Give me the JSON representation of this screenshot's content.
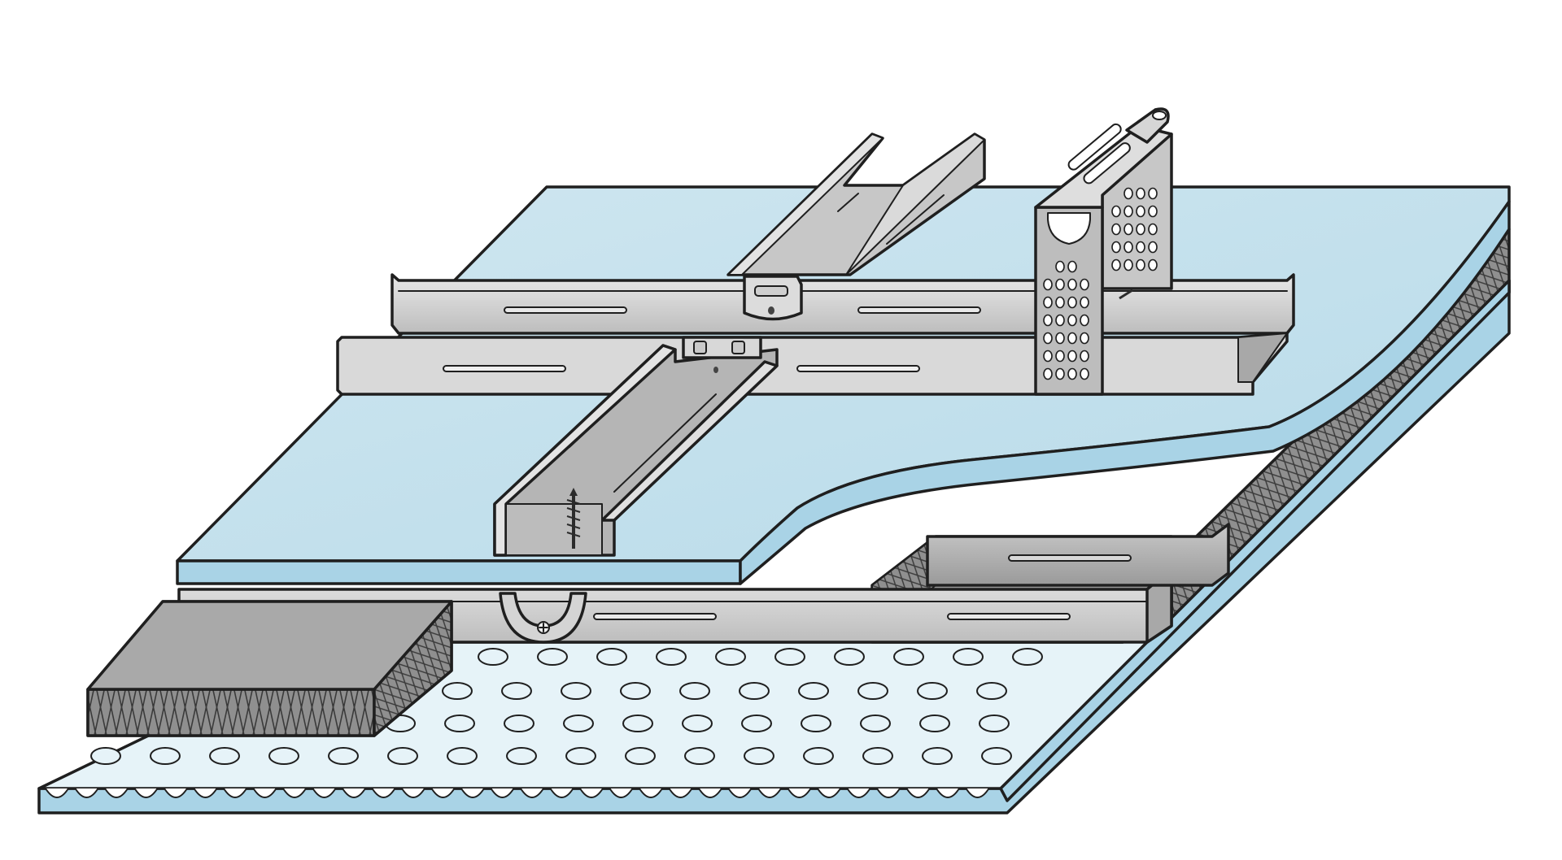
{
  "diagram": {
    "labels": [],
    "components": [
      {
        "id": "perforated-ceiling-board",
        "name": "perforated-ceiling-board"
      },
      {
        "id": "mineral-wool-insulation",
        "name": "mineral-wool-insulation"
      },
      {
        "id": "plasterboard-layer",
        "name": "plasterboard-layer"
      },
      {
        "id": "cd-profile-upper",
        "name": "cd-profile-upper"
      },
      {
        "id": "cd-profile-lower",
        "name": "cd-profile-lower"
      },
      {
        "id": "cross-connector",
        "name": "cross-connector"
      },
      {
        "id": "direct-hanger",
        "name": "direct-hanger"
      },
      {
        "id": "anchor-hanger-clip",
        "name": "anchor-hanger-clip"
      },
      {
        "id": "screw",
        "name": "screw"
      }
    ]
  },
  "colors": {
    "background": "#ffffff",
    "board_blue": "#c9e4ef",
    "board_edge_blue": "#a9d3e6",
    "perforated_face": "#e6f3f8",
    "metal_light": "#dedede",
    "metal_mid": "#c4c4c4",
    "metal_dark": "#a7a7a7",
    "insulation_gray": "#8a8a8a",
    "insulation_top": "#a9a9a9",
    "outline": "#1f1f1f"
  }
}
